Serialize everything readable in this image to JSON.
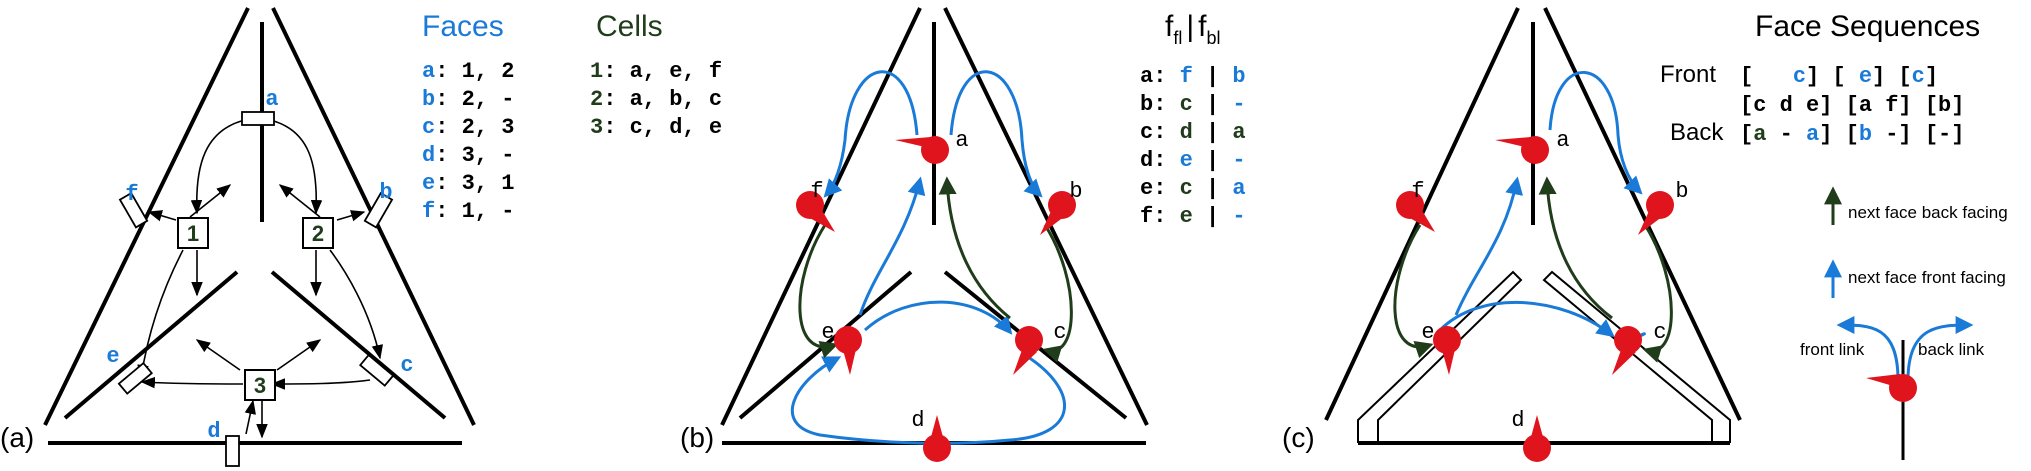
{
  "colors": {
    "blue": "#1a7ad8",
    "dark_green": "#1f3d1a",
    "red": "#e0141c",
    "black": "#000000",
    "box_fill": "#ffffff"
  },
  "panel_a": {
    "label": "(a)",
    "faces_header": "Faces",
    "cells_header": "Cells",
    "faces_rows": [
      {
        "key": "a",
        "val": ": 1, 2"
      },
      {
        "key": "b",
        "val": ": 2, -"
      },
      {
        "key": "c",
        "val": ": 2, 3"
      },
      {
        "key": "d",
        "val": ": 3, -"
      },
      {
        "key": "e",
        "val": ": 3, 1"
      },
      {
        "key": "f",
        "val": ": 1, -"
      }
    ],
    "cells_rows": [
      {
        "key": "1",
        "val": ": a, e, f"
      },
      {
        "key": "2",
        "val": ": a, b, c"
      },
      {
        "key": "3",
        "val": ": c, d, e"
      }
    ],
    "face_labels": [
      "a",
      "b",
      "c",
      "d",
      "e",
      "f"
    ],
    "cell_labels": [
      "1",
      "2",
      "3"
    ]
  },
  "panel_b": {
    "label": "(b)",
    "header_f": "f",
    "header_sub_fl": "fl",
    "header_sep": "|",
    "header_sub_bl": "bl",
    "rows": [
      {
        "key": "a",
        "fl": "f",
        "fl_color": "blue",
        "bl": "b",
        "bl_color": "blue"
      },
      {
        "key": "b",
        "fl": "c",
        "fl_color": "green",
        "bl": "-",
        "bl_color": "blue"
      },
      {
        "key": "c",
        "fl": "d",
        "fl_color": "green",
        "bl": "a",
        "bl_color": "green"
      },
      {
        "key": "d",
        "fl": "e",
        "fl_color": "blue",
        "bl": "-",
        "bl_color": "blue"
      },
      {
        "key": "e",
        "fl": "c",
        "fl_color": "green",
        "bl": "a",
        "bl_color": "blue"
      },
      {
        "key": "f",
        "fl": "e",
        "fl_color": "green",
        "bl": "-",
        "bl_color": "blue"
      }
    ],
    "node_labels": [
      "a",
      "b",
      "c",
      "d",
      "e",
      "f"
    ]
  },
  "panel_c": {
    "label": "(c)",
    "title": "Face Sequences",
    "front_label": "Front",
    "back_label": "Back",
    "legend_back": "next face back facing",
    "legend_front": "next face front facing",
    "legend_front_link": "front link",
    "legend_back_link": "back link",
    "node_labels": [
      "a",
      "b",
      "c",
      "d",
      "e",
      "f"
    ]
  }
}
